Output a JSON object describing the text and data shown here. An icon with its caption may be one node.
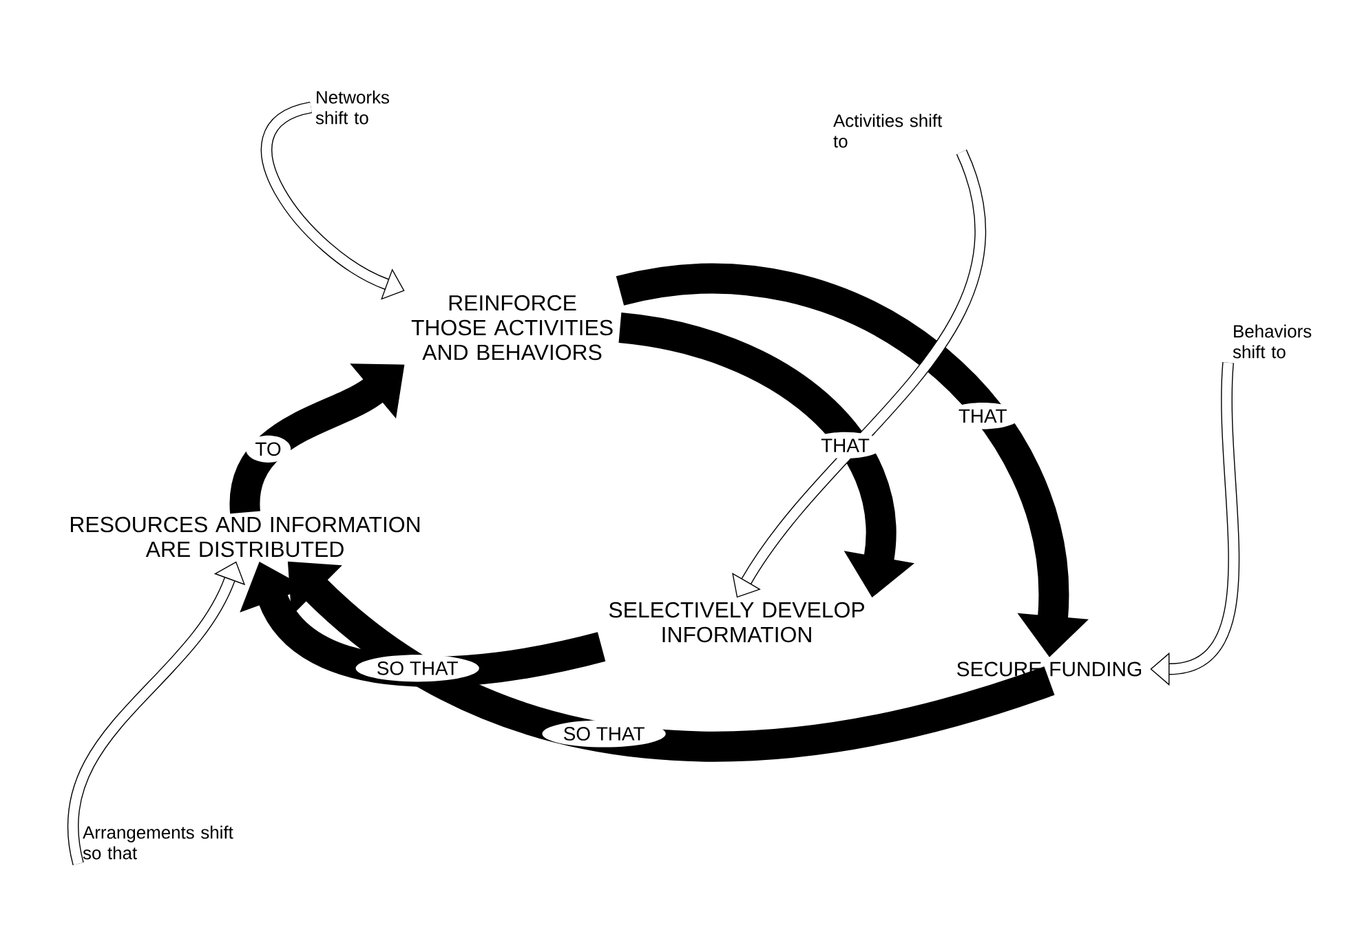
{
  "diagram": {
    "nodes": [
      {
        "text": [
          "REINFORCE THOSE ACTIVITIES AND BEHAVIORS"
        ]
      },
      {
        "text": [
          "SELECTIVELY DEVELOP INFORMATION"
        ]
      },
      {
        "text": [
          "SECURE FUNDING"
        ]
      },
      {
        "text": [
          "RESOURCES AND INFORMATION ARE DISTRIBUTED"
        ]
      },
      {
        "text": [
          "Networks shift to"
        ]
      },
      {
        "text": [
          "Activities shift to"
        ]
      },
      {
        "text": [
          "Behaviors shift to"
        ]
      },
      {
        "text": [
          "Arrangements shift so that"
        ]
      }
    ],
    "edges": [
      {
        "from": 3,
        "to": 0,
        "arrow": "to",
        "label": "TO"
      },
      {
        "from": 0,
        "to": 1,
        "arrow": "to",
        "label": "THAT"
      },
      {
        "from": 0,
        "to": 2,
        "arrow": "to",
        "label": "THAT"
      },
      {
        "from": 1,
        "to": 3,
        "arrow": "to",
        "label": "SO THAT"
      },
      {
        "from": 2,
        "to": 3,
        "arrow": "to",
        "label": "SO THAT"
      },
      {
        "from": 4,
        "to": 0,
        "arrow": "to"
      },
      {
        "from": 5,
        "to": 1,
        "arrow": "to"
      },
      {
        "from": 6,
        "to": 2,
        "arrow": "to"
      },
      {
        "from": 7,
        "to": 3,
        "arrow": "to"
      }
    ]
  }
}
